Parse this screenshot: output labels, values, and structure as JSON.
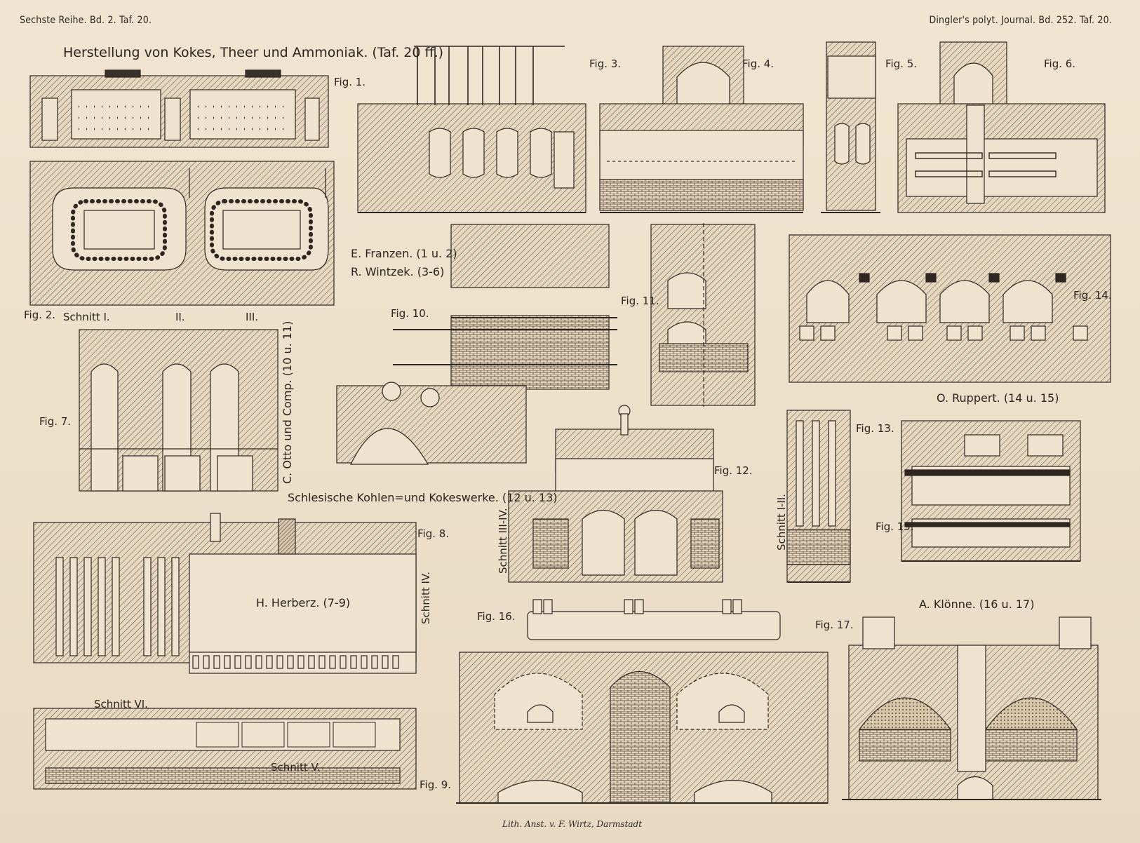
{
  "header": {
    "left": "Sechste Reihe. Bd. 2. Taf. 20.",
    "right": "Dingler's polyt. Journal. Bd. 252. Taf. 20."
  },
  "title": "Herstellung von Kokes, Theer und Ammoniak. (Taf. 20 ff.)",
  "authors": {
    "franzen": "E. Franzen. (1 u. 2)",
    "wintzek": "R. Wintzek. (3-6)",
    "otto": "C. Otto und Comp. (10 u. 11)",
    "schlesische": "Schlesische Kohlen=und Kokeswerke. (12 u. 13)",
    "herberz": "H. Herberz. (7-9)",
    "ruppert": "O. Ruppert. (14 u. 15)",
    "klonne": "A. Klönne. (16 u. 17)"
  },
  "figures": [
    "Fig. 1.",
    "Fig. 2.",
    "Fig. 3.",
    "Fig. 4.",
    "Fig. 5.",
    "Fig. 6.",
    "Fig. 7.",
    "Fig. 8.",
    "Fig. 9.",
    "Fig. 10.",
    "Fig. 11.",
    "Fig. 12.",
    "Fig. 13.",
    "Fig. 14.",
    "Fig. 15.",
    "Fig. 16.",
    "Fig. 17."
  ],
  "sections": {
    "schnitt_1": "Schnitt I.",
    "schnitt_2": "II.",
    "schnitt_3": "III.",
    "schnitt_4": "Schnitt IV.",
    "schnitt_5": "Schnitt V.",
    "schnitt_6": "Schnitt VI.",
    "schnitt_1_2": "Schnitt I-II.",
    "schnitt_3_4": "Schnitt III-IV."
  },
  "footer": "Lith. Anst. v. F. Wirtz, Darmstadt"
}
